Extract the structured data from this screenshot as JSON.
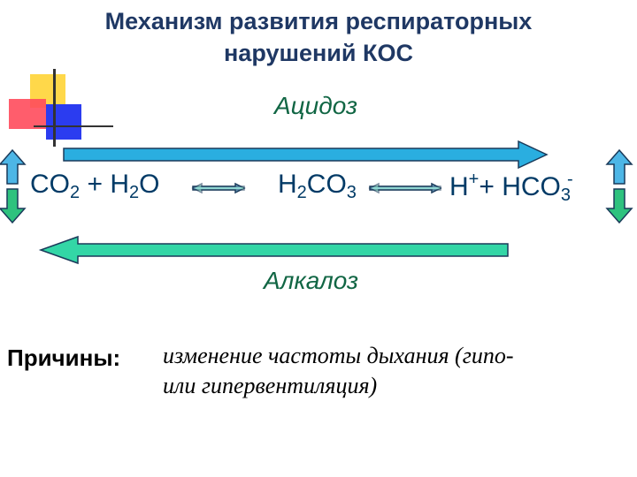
{
  "title": {
    "line1": "Механизм развития респираторных",
    "line2": "нарушений КОС"
  },
  "acidosis_label": "Ацидоз",
  "alkalosis_label": "Алкалоз",
  "equation": {
    "co2_h2o": {
      "c": "CO",
      "s1": "2",
      "plus": " + H",
      "s2": "2",
      "o": "O"
    },
    "h2co3": {
      "h": "H",
      "s1": "2",
      "co": "CO",
      "s2": "3"
    },
    "ions": {
      "h": "H",
      "sup1": "+",
      "plus": "+ HCO",
      "sub": "3",
      "sup2": "-"
    }
  },
  "causes": {
    "label": "Причины:",
    "line1": "изменение частоты дыхания (гипо-",
    "line2": "или гипервентиляция)"
  },
  "colors": {
    "title": "#1f3864",
    "arrow_fill": "#33b0e0",
    "arrow_alt_fill": "#33d6a6",
    "side_arrow_up": "#4db6e6",
    "side_arrow_down": "#2ec27e"
  }
}
